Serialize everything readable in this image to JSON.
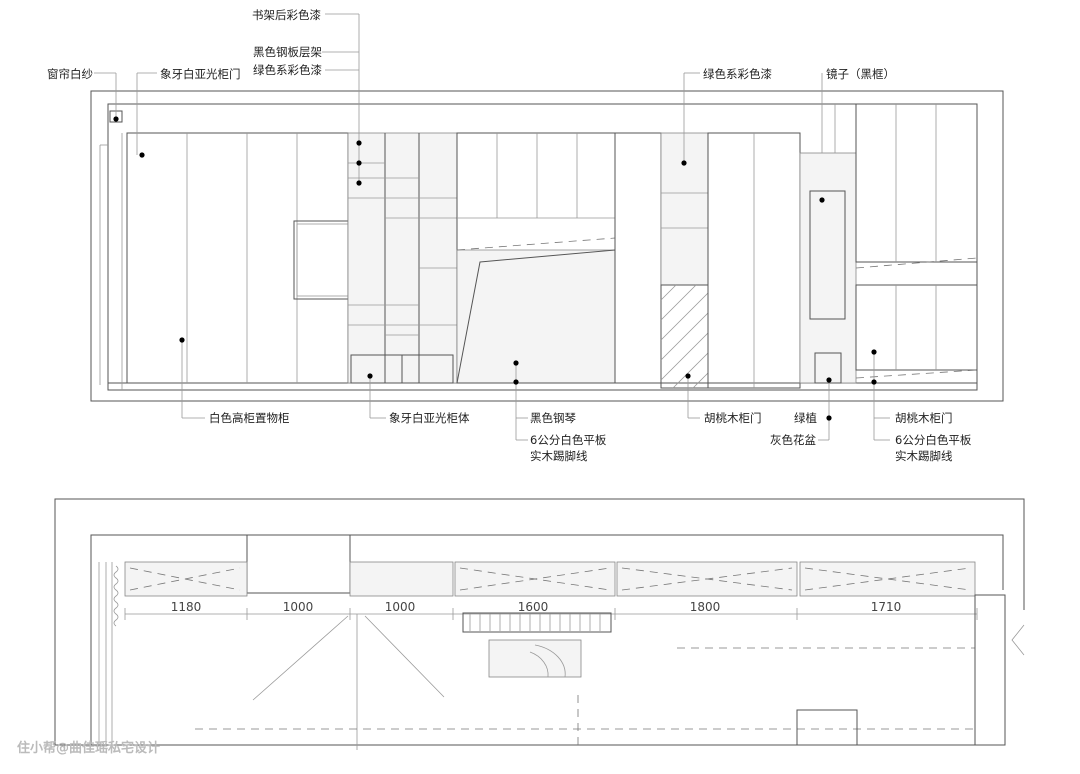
{
  "elevation": {
    "labels_top": {
      "curtain": "窗帘白纱",
      "ivory_door": "象牙白亚光柜门",
      "shelf_back_paint": "书架后彩色漆",
      "black_steel_shelf": "黑色钢板层架",
      "green_paint_left": "绿色系彩色漆",
      "green_paint_right": "绿色系彩色漆",
      "mirror": "镜子（黑框）"
    },
    "labels_bottom": {
      "white_tall_cabinet": "白色高柜置物柜",
      "ivory_cabinet_body": "象牙白亚光柜体",
      "black_piano": "黑色钢琴",
      "baseboard_a_1": "6公分白色平板",
      "baseboard_a_2": "实木踢脚线",
      "walnut_door_left": "胡桃木柜门",
      "green_plant": "绿植",
      "grey_pot": "灰色花盆",
      "walnut_door_right": "胡桃木柜门",
      "baseboard_b_1": "6公分白色平板",
      "baseboard_b_2": "实木踢脚线"
    }
  },
  "plan": {
    "dimensions": [
      "1180",
      "1000",
      "1000",
      "1600",
      "1800",
      "1710"
    ]
  },
  "watermark": "住小帮@曲佳瑶私宅设计"
}
